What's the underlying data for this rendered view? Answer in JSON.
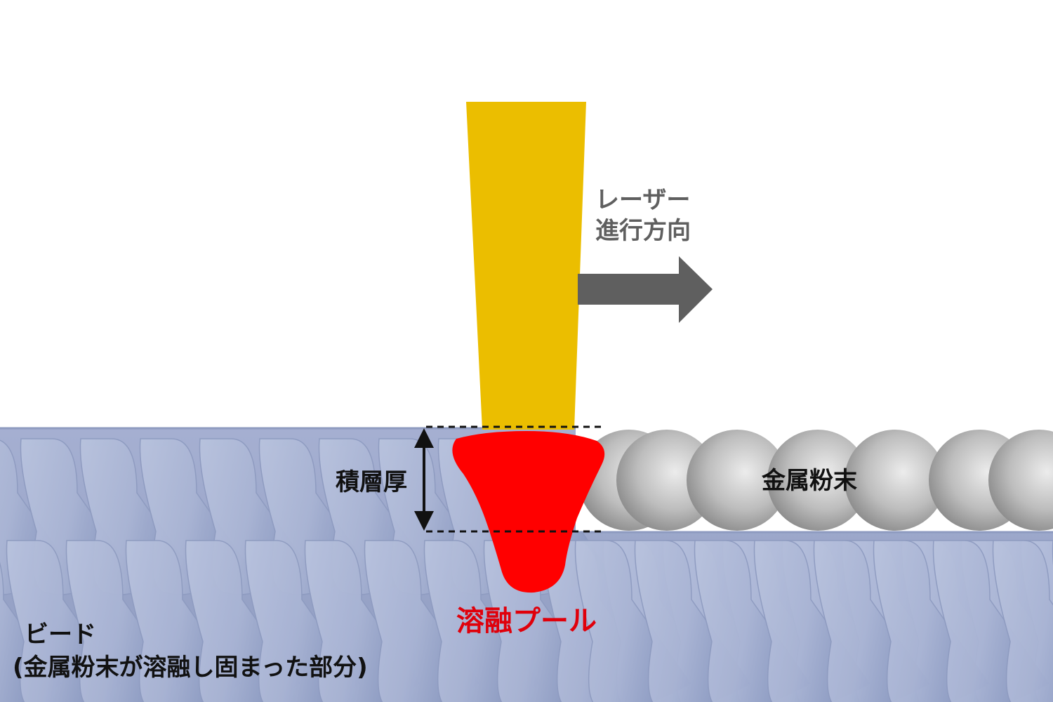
{
  "labels": {
    "direction_line1": "レーザー",
    "direction_line2": "進行方向",
    "thickness": "積層厚",
    "powder": "金属粉末",
    "melt_pool": "溶融プール",
    "bead_line1": "ビード",
    "bead_line2": "(金属粉末が溶融し固まった部分)"
  },
  "colors": {
    "laser": "#EBBE00",
    "melt_pool": "#FF0000",
    "melt_pool_label": "#E0000B",
    "arrow": "#5F5F5F",
    "direction_text": "#5F5F5F",
    "bead_light": "#B6C0DC",
    "bead_dark": "#8E9BC0",
    "powder_light": "#E9E9E9",
    "powder_dark": "#8C8C8C",
    "text": "#111111"
  },
  "icons": {
    "direction_arrow": "right-arrow-icon",
    "thickness_arrow": "double-vertical-arrow-icon"
  }
}
